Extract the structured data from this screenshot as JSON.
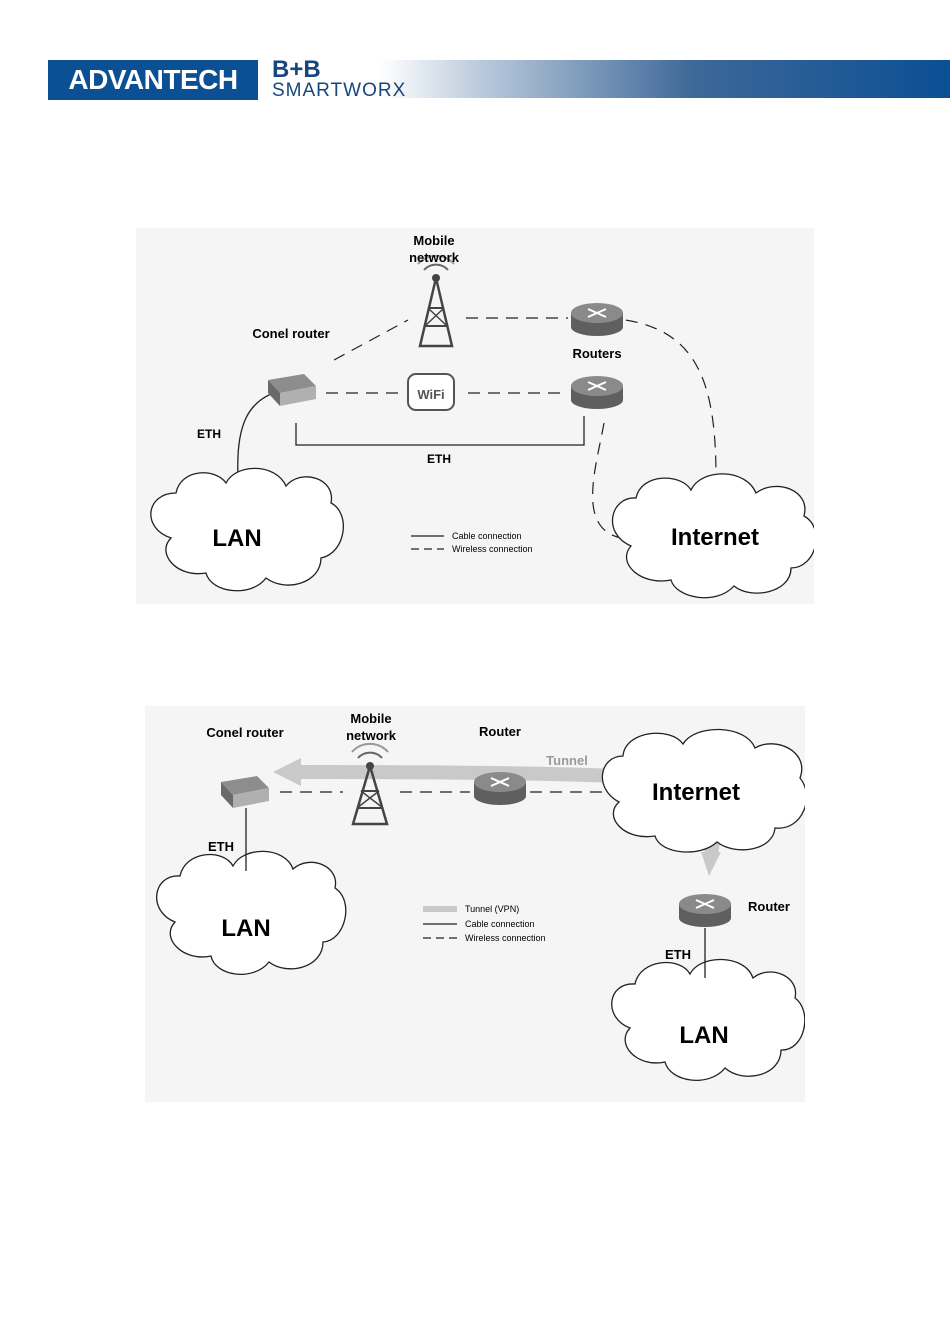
{
  "header": {
    "logo_text": "ADVANTECH",
    "brand_line1": "B+B",
    "brand_line2": "SMARTWORX"
  },
  "diagram1": {
    "mobile_network_line1": "Mobile",
    "mobile_network_line2": "network",
    "conel_router_label": "Conel router",
    "routers_label": "Routers",
    "eth_left_label": "ETH",
    "eth_bottom_label": "ETH",
    "lan_label": "LAN",
    "internet_label": "Internet",
    "wifi_label": "WiFi",
    "legend": {
      "cable": "Cable connection",
      "wireless": "Wireless connection"
    }
  },
  "diagram2": {
    "conel_router_label": "Conel router",
    "mobile_network_line1": "Mobile",
    "mobile_network_line2": "network",
    "router_top_label": "Router",
    "tunnel_label": "Tunnel",
    "internet_label": "Internet",
    "eth_left_label": "ETH",
    "lan_left_label": "LAN",
    "router_right_label": "Router",
    "eth_right_label": "ETH",
    "lan_right_label": "LAN",
    "legend": {
      "tunnel": "Tunnel (VPN)",
      "cable": "Cable connection",
      "wireless": "Wireless connection"
    }
  },
  "colors": {
    "brand_blue": "#0b4f94",
    "tunnel_gray": "#c9c9c9",
    "router_gray": "#7d7d7d"
  }
}
